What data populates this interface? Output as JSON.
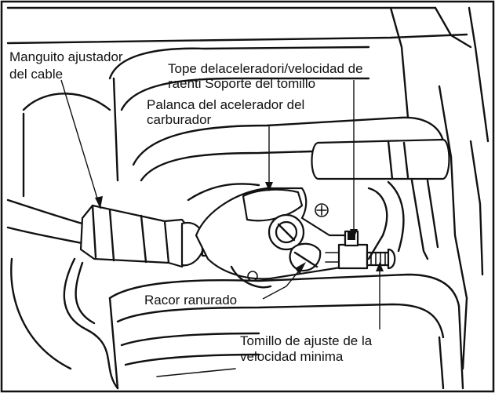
{
  "labels": {
    "cable_sleeve_line1": "Manguito ajustador",
    "cable_sleeve_line2": "del cable",
    "idle_stop_line1": "Tope delaceleradori/velocidad de",
    "idle_stop_line2": "raenti Soporte del tomillo",
    "throttle_lever_line1": "Palanca del acelerador del",
    "throttle_lever_line2": "carburador",
    "slotted_fitting": "Racor ranurado",
    "idle_screw_line1": "Tomillo de ajuste de la",
    "idle_screw_line2": "velocidad minima"
  }
}
